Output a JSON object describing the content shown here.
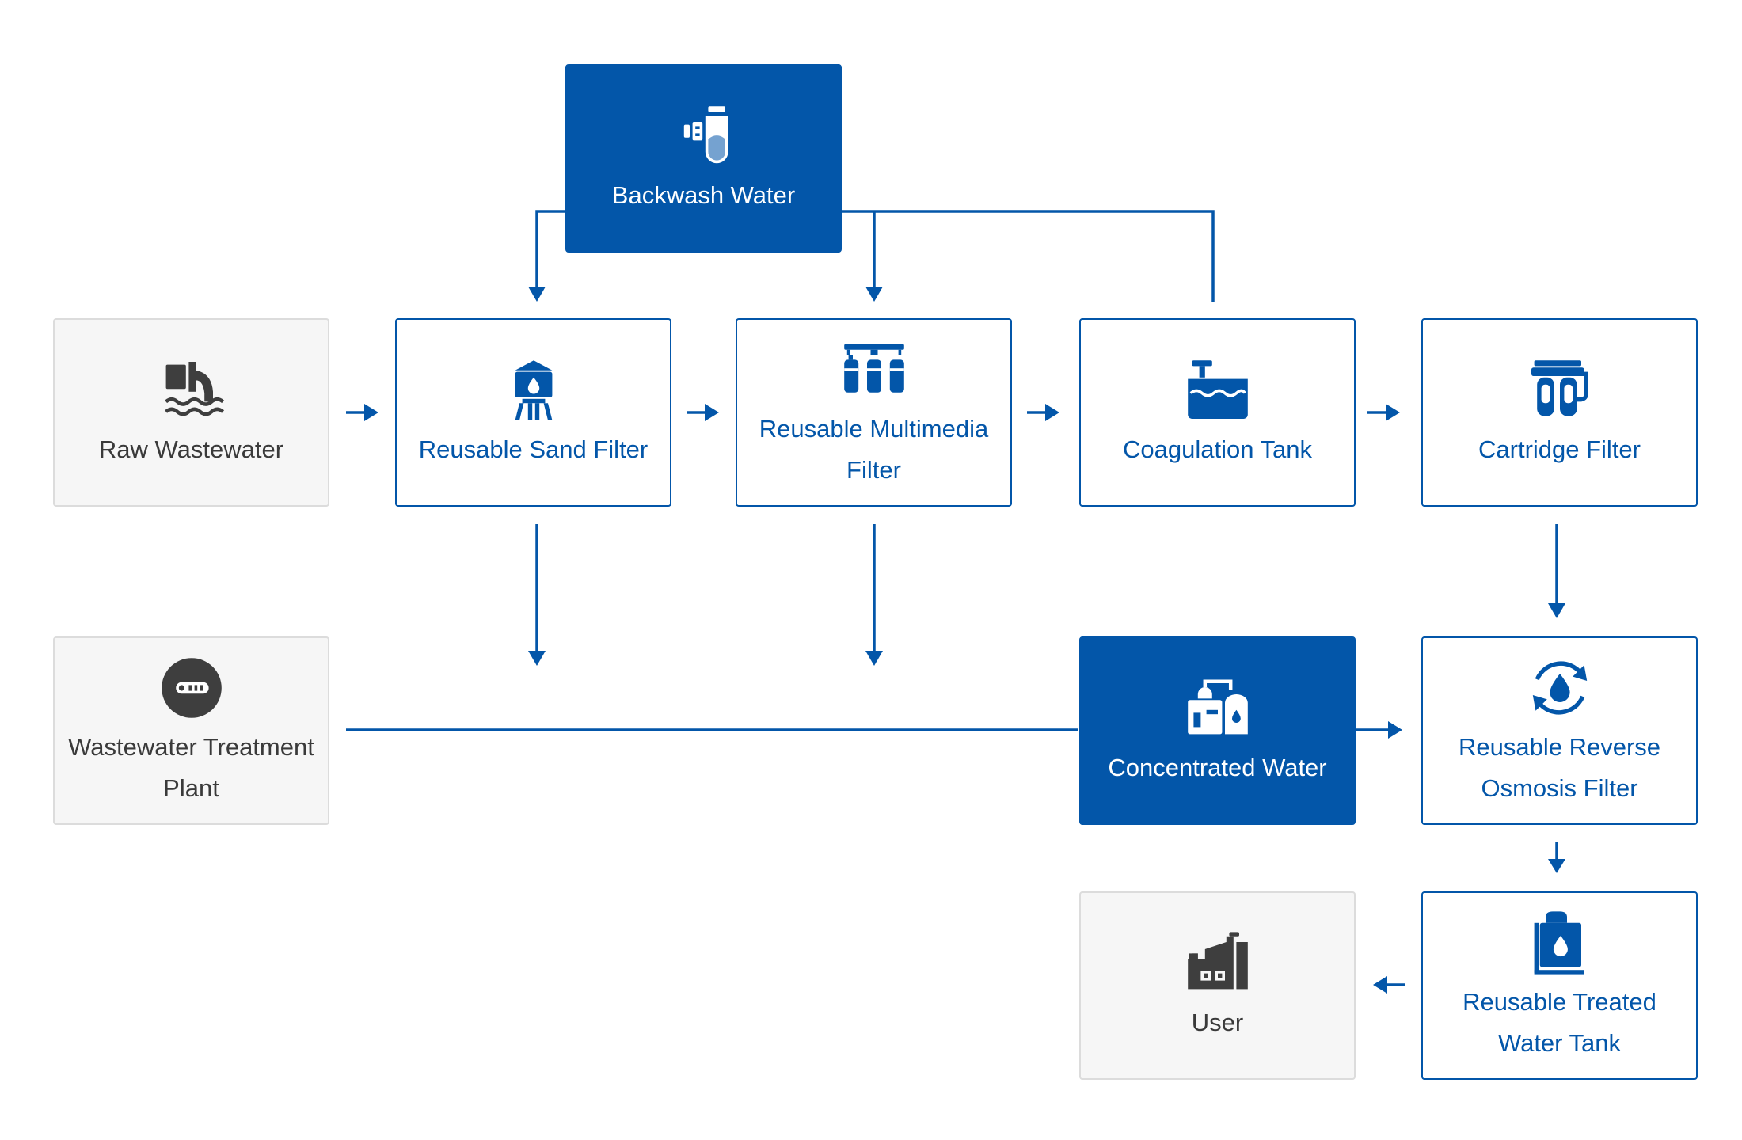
{
  "colors": {
    "accent": "#0356a9",
    "gray_fill": "#f6f6f6",
    "gray_border": "#dcdcdc",
    "gray_text": "#3a3a3a"
  },
  "nodes": {
    "backwash_water": {
      "label": "Backwash Water",
      "icon": "backwash-icon"
    },
    "raw_wastewater": {
      "label": "Raw Wastewater",
      "icon": "pipe-discharge-icon"
    },
    "reusable_sand_filter": {
      "label": "Reusable Sand Filter",
      "icon": "water-tower-icon"
    },
    "reusable_multimedia_filter": {
      "label": "Reusable Multimedia Filter",
      "icon": "multi-filter-icon"
    },
    "coagulation_tank": {
      "label": "Coagulation Tank",
      "icon": "tank-icon"
    },
    "cartridge_filter": {
      "label": "Cartridge Filter",
      "icon": "cartridge-icon"
    },
    "wastewater_treatment_plant": {
      "label": "Wastewater Treatment Plant",
      "icon": "valve-icon"
    },
    "concentrated_water": {
      "label": "Concentrated Water",
      "icon": "factory-tank-icon"
    },
    "reusable_ro_filter": {
      "label": "Reusable Reverse Osmosis Filter",
      "icon": "recycle-drop-icon"
    },
    "reusable_treated_water_tank": {
      "label": "Reusable Treated Water Tank",
      "icon": "storage-tank-icon"
    },
    "user": {
      "label": "User",
      "icon": "factory-icon"
    }
  }
}
